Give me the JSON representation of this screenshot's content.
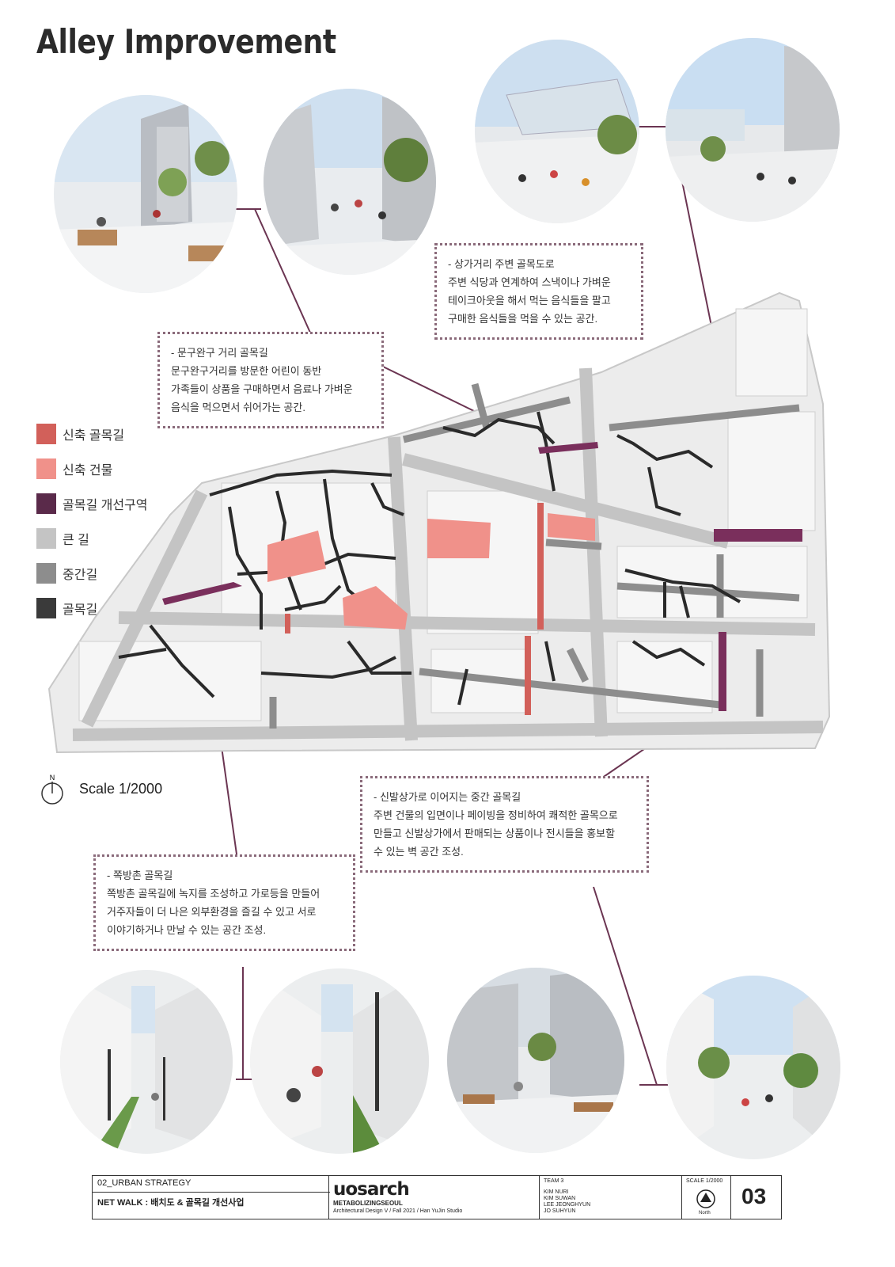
{
  "title": "Alley Improvement",
  "colors": {
    "new_alley": "#d2605a",
    "new_building": "#f0918a",
    "improvement_zone": "#7a2f5c",
    "main_road": "#c4c4c4",
    "mid_road": "#8d8d8d",
    "alley": "#2a2a2a",
    "block": "#e6e6e6",
    "connector": "#6b3552"
  },
  "legend": [
    {
      "label": "신축 골목길",
      "color": "#d2605a"
    },
    {
      "label": "신축 건물",
      "color": "#f0918a"
    },
    {
      "label": "골목길 개선구역",
      "color": "#5a2a4a"
    },
    {
      "label": "큰 길",
      "color": "#c4c4c4"
    },
    {
      "label": "중간길",
      "color": "#8d8d8d"
    },
    {
      "label": "골목길",
      "color": "#3a3a3a"
    }
  ],
  "callouts": {
    "shopping": [
      "- 상가거리 주변 골목도로",
      "주변 식당과 연계하여 스낵이나 가벼운",
      "테이크아웃을 해서 먹는 음식들을 팔고",
      "구매한 음식들을 먹을 수 있는 공간."
    ],
    "stationery": [
      "- 문구완구 거리 골목길",
      "문구완구거리를 방문한 어린이 동반",
      "가족들이 상품을 구매하면서 음료나 가벼운",
      "음식을 먹으면서 쉬어가는 공간."
    ],
    "sinbal": [
      "- 신발상가로 이어지는 중간 골목길",
      "주변 건물의 입면이나 페이빙을 정비하여 쾌적한 골목으로",
      "만들고 신발상가에서 판매되는 상품이나 전시들을 홍보할",
      "수 있는 벽 공간 조성."
    ],
    "jjokbang": [
      "- 쪽방촌 골목길",
      "쪽방촌 골목길에  녹지를 조성하고 가로등을 만들어",
      "거주자들이 더 나은 외부환경을 즐길 수 있고 서로",
      "이야기하거나 만날 수 있는 공간 조성."
    ]
  },
  "scale": {
    "north": "N",
    "text": "Scale 1/2000"
  },
  "titleblock": {
    "section": "02_URBAN STRATEGY",
    "subtitle": "NET WALK : 배치도 & 골목길 개선사업",
    "logo": "uosarch",
    "project": "METABOLIZINGSEOUL",
    "course": "Architectural Design V / Fall 2021 / Han YuJin Studio",
    "team": "TEAM 3",
    "members": [
      "KIM NURI",
      "KIM SUWAN",
      "LEE JEONGHYUN",
      "JO SUHYUN"
    ],
    "scale": "SCALE 1/2000",
    "north": "North",
    "page": "03"
  }
}
